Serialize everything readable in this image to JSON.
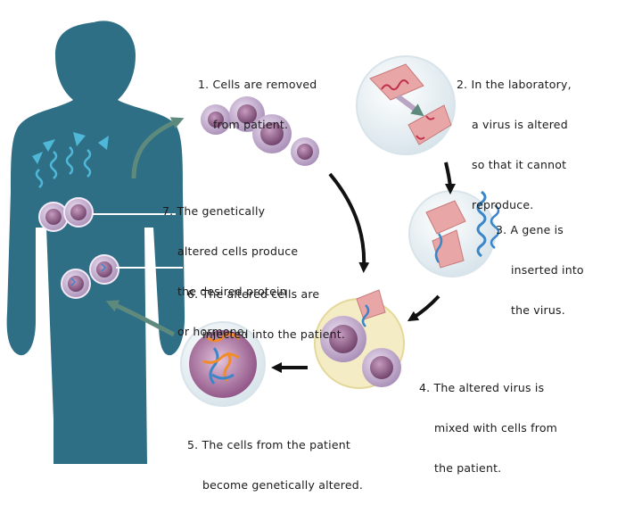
{
  "steps": [
    {
      "id": 1,
      "lines": [
        "1. Cells are removed",
        "from patient."
      ]
    },
    {
      "id": 2,
      "lines": [
        "2. In the laboratory,",
        "a virus is altered",
        "so that it cannot",
        "reproduce."
      ]
    },
    {
      "id": 3,
      "lines": [
        "3. A gene is",
        "inserted into",
        "the virus."
      ]
    },
    {
      "id": 4,
      "lines": [
        "4. The altered virus is",
        "mixed with cells from",
        "the patient."
      ]
    },
    {
      "id": 5,
      "lines": [
        "5. The cells from the patient",
        "become genetically altered."
      ]
    },
    {
      "id": 6,
      "lines": [
        "6. The altered cells are",
        "injected into the patient."
      ]
    },
    {
      "id": 7,
      "lines": [
        "7. The genetically",
        "altered cells produce",
        "the desired protein",
        "or hormone."
      ]
    }
  ],
  "colors": {
    "body": "#2f6f86",
    "cell": "#b9a4c4",
    "nucleus": "#7a4f74",
    "virus": "#e9a6a6",
    "gene": "#3b86c8",
    "arrow_dark": "#111111",
    "arrow_teal": "#5d8a7c"
  }
}
